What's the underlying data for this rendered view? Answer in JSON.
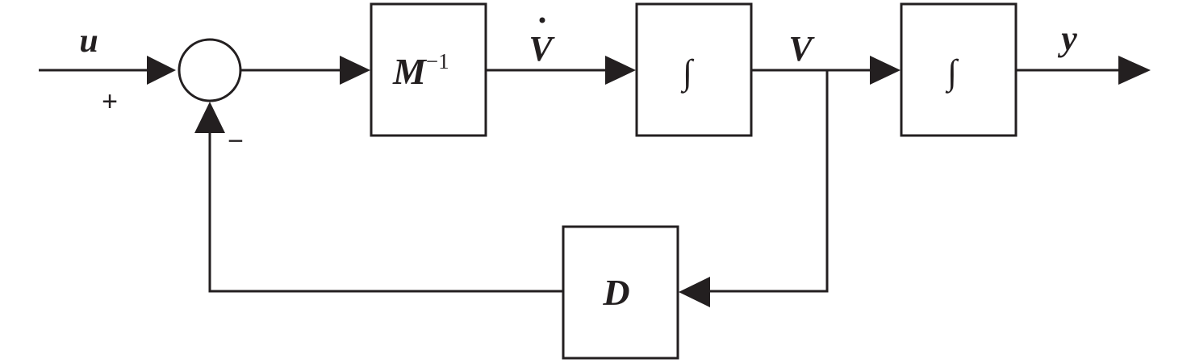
{
  "signals": {
    "input": "u",
    "velocity_derivative": "V",
    "velocity": "V",
    "output": "y"
  },
  "summing_junction": {
    "plus_sign": "+",
    "minus_sign": "−"
  },
  "blocks": {
    "inverse_mass": {
      "symbol": "M",
      "exponent": "−1"
    },
    "integrator_1": "∫",
    "integrator_2": "∫",
    "damping": "D"
  },
  "colors": {
    "ink": "#231f20",
    "background": "#ffffff"
  }
}
